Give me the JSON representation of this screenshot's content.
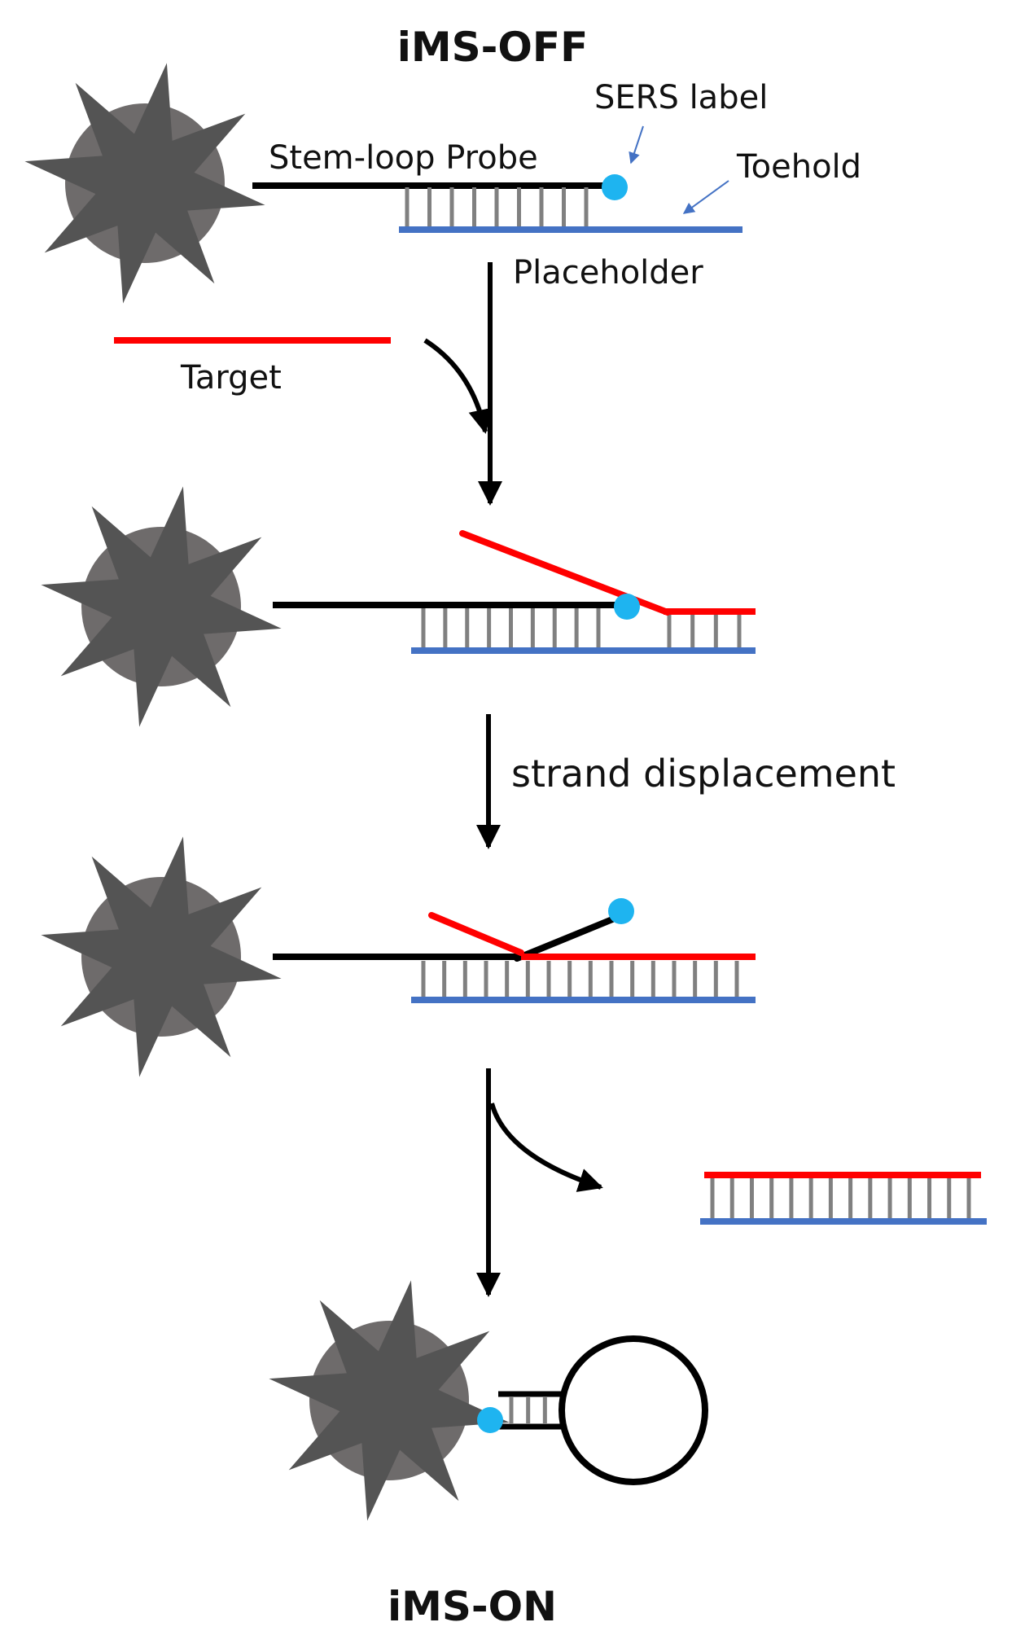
{
  "titles": {
    "top": "iMS-OFF",
    "bottom": "iMS-ON"
  },
  "labels": {
    "sers_label": "SERS label",
    "stem_loop_probe": "Stem-loop Probe",
    "toehold": "Toehold",
    "placeholder": "Placeholder",
    "target": "Target",
    "strand_displacement": "strand displacement"
  },
  "colors": {
    "nanostar": "#545454",
    "nanostar_core": "#6e6b6b",
    "probe_strand": "#000000",
    "placeholder_strand": "#4472c4",
    "target_strand": "#ff0000",
    "base_pair": "#808080",
    "sers_dot": "#1eb4f0",
    "annotation_arrow": "#4472c4"
  },
  "icons": {
    "nanostar": "gold-nanostar-icon",
    "sers_dot": "sers-reporter-dot-icon"
  }
}
